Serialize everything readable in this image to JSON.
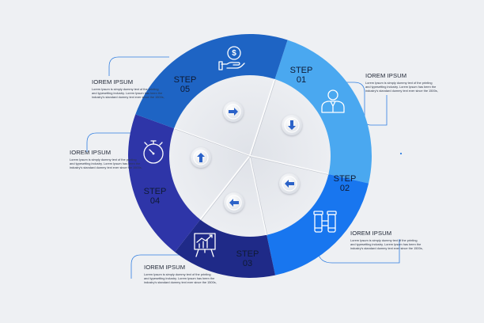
{
  "diagram": {
    "steps": [
      {
        "label": "STEP",
        "number": "01",
        "color": "#4aa8f0",
        "icon": "businessman-icon",
        "arrow": "arrow-down-icon"
      },
      {
        "label": "STEP",
        "number": "02",
        "color": "#1876ef",
        "icon": "binoculars-icon",
        "arrow": "arrow-left-icon"
      },
      {
        "label": "STEP",
        "number": "03",
        "color": "#1f2a88",
        "icon": "growth-chart-icon",
        "arrow": "arrow-left-icon"
      },
      {
        "label": "STEP",
        "number": "04",
        "color": "#2e35a8",
        "icon": "stopwatch-icon",
        "arrow": "arrow-up-icon"
      },
      {
        "label": "STEP",
        "number": "05",
        "color": "#1e64c4",
        "icon": "money-hand-icon",
        "arrow": "arrow-right-icon"
      }
    ],
    "notes": [
      {
        "title": "IOREM IPSUM",
        "body": "Lorem Ipsum is simply dummy text of the printing and typesetting industry. Lorem Ipsum has been the industry's standard dummy text ever since the 1500s,"
      },
      {
        "title": "IOREM IPSUM",
        "body": "Lorem Ipsum is simply dummy text of the printing and typesetting industry. Lorem Ipsum has been the industry's standard dummy text ever since the 1500s,"
      },
      {
        "title": "IOREM IPSUM",
        "body": "Lorem Ipsum is simply dummy text of the printing and typesetting industry. Lorem Ipsum has been the industry's standard dummy text ever since the 1500s,"
      },
      {
        "title": "IOREM IPSUM",
        "body": "Lorem Ipsum is simply dummy text of the printing and typesetting industry. Lorem Ipsum has been the industry's standard dummy text ever since the 1500s,"
      },
      {
        "title": "IOREM IPSUM",
        "body": "Lorem Ipsum is simply dummy text of the printing and typesetting industry. Lorem Ipsum has been the industry's standard dummy text ever since the 1500s,"
      }
    ],
    "colors": {
      "background": "#eef0f3",
      "inner": "#e7e9ee",
      "connector": "#2f7de0",
      "arrow": "#2b62c8"
    }
  }
}
